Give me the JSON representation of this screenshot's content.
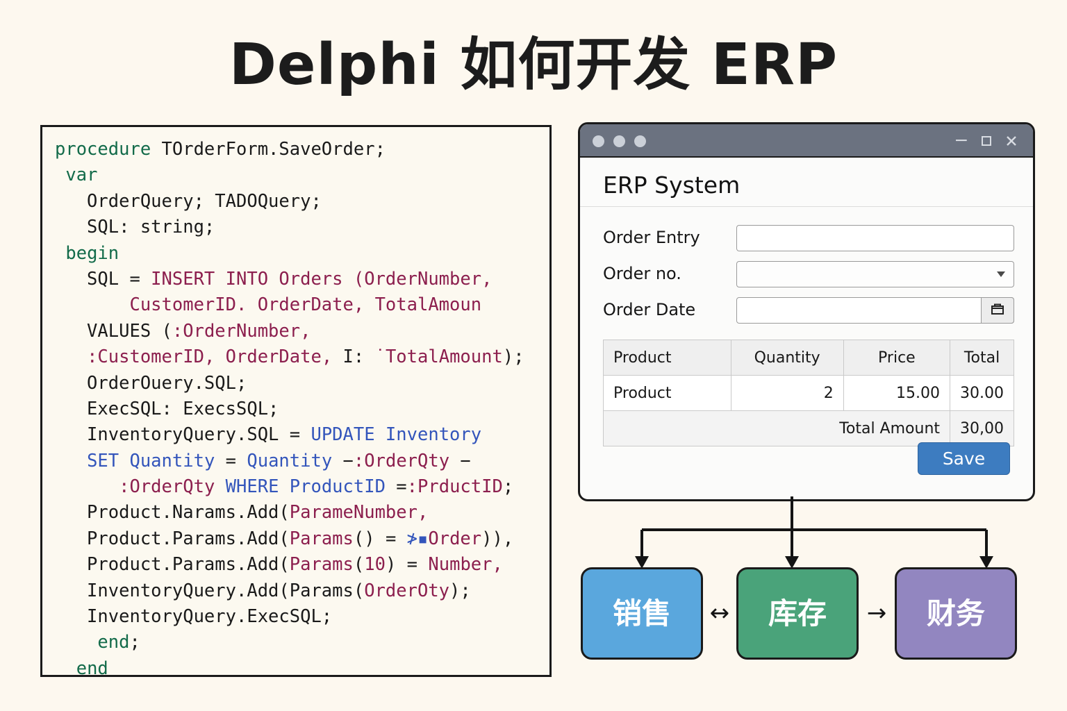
{
  "page": {
    "title": "Delphi  如何开发 ERP",
    "background_color": "#fdf8ef"
  },
  "code_panel": {
    "language": "Delphi",
    "colors": {
      "keyword": "#136b4a",
      "sql_string": "#8c1f4e",
      "sql_blue": "#3355bb",
      "plain": "#1a1a1a",
      "background": "#fcf9f0",
      "border": "#1a1a1a"
    },
    "lines": [
      [
        {
          "t": "procedure",
          "c": "kw"
        },
        {
          "t": " TOrderForm.SaveOrder;",
          "c": "pln"
        }
      ],
      [
        {
          "t": " ",
          "c": "pln"
        },
        {
          "t": "var",
          "c": "kw"
        }
      ],
      [
        {
          "t": "   OrderQuery; TADOQuery;",
          "c": "pln"
        }
      ],
      [
        {
          "t": "   SQL: string;",
          "c": "pln"
        }
      ],
      [
        {
          "t": " ",
          "c": "pln"
        },
        {
          "t": "begin",
          "c": "kw"
        }
      ],
      [
        {
          "t": "   SQL = ",
          "c": "pln"
        },
        {
          "t": "INSERT INTO Orders (OrderNumber,",
          "c": "sql"
        }
      ],
      [
        {
          "t": "       ",
          "c": "pln"
        },
        {
          "t": "CustomerID. OrderDate, TotalAmoun",
          "c": "sql"
        }
      ],
      [
        {
          "t": "   VALUES (",
          "c": "pln"
        },
        {
          "t": ":OrderNumber,",
          "c": "sql"
        }
      ],
      [
        {
          "t": "   ",
          "c": "pln"
        },
        {
          "t": ":CustomerID, OrderDate, ",
          "c": "sql"
        },
        {
          "t": "I:",
          "c": "pln"
        },
        {
          "t": " ˙TotalAmount",
          "c": "sql"
        },
        {
          "t": ");",
          "c": "pln"
        }
      ],
      [
        {
          "t": "   OrderOuery.SQL;",
          "c": "pln"
        }
      ],
      [
        {
          "t": "   ExecSQL: ExecsSQL;",
          "c": "pln"
        }
      ],
      [
        {
          "t": "   InventoryQuery.SQL = ",
          "c": "pln"
        },
        {
          "t": "UPDATE Inventory",
          "c": "blu"
        }
      ],
      [
        {
          "t": "   ",
          "c": "pln"
        },
        {
          "t": "SET Quantity",
          "c": "blu"
        },
        {
          "t": " = ",
          "c": "pln"
        },
        {
          "t": "Quantity",
          "c": "blu"
        },
        {
          "t": " −",
          "c": "pln"
        },
        {
          "t": ":OrderQty",
          "c": "sql"
        },
        {
          "t": " −",
          "c": "pln"
        }
      ],
      [
        {
          "t": "      ",
          "c": "pln"
        },
        {
          "t": ":OrderQty",
          "c": "sql"
        },
        {
          "t": " ",
          "c": "pln"
        },
        {
          "t": "WHERE ProductID",
          "c": "blu"
        },
        {
          "t": " =",
          "c": "pln"
        },
        {
          "t": ":PrductID",
          "c": "sql"
        },
        {
          "t": ";",
          "c": "pln"
        }
      ],
      [
        {
          "t": "   Product.Narams.Add(",
          "c": "pln"
        },
        {
          "t": "ParameNumber,",
          "c": "sql"
        }
      ],
      [
        {
          "t": "   Product.Params.Add(",
          "c": "pln"
        },
        {
          "t": "Params",
          "c": "sql"
        },
        {
          "t": "() = ",
          "c": "pln"
        },
        {
          "t": "≯▪",
          "c": "blu"
        },
        {
          "t": "Order",
          "c": "sql"
        },
        {
          "t": ")),",
          "c": "pln"
        }
      ],
      [
        {
          "t": "   Product.Params.Add(",
          "c": "pln"
        },
        {
          "t": "Params",
          "c": "sql"
        },
        {
          "t": "(",
          "c": "pln"
        },
        {
          "t": "10",
          "c": "sql"
        },
        {
          "t": ") = ",
          "c": "pln"
        },
        {
          "t": "Number,",
          "c": "sql"
        }
      ],
      [
        {
          "t": "   InventoryQuery.Add(Params(",
          "c": "pln"
        },
        {
          "t": "OrderOty",
          "c": "sql"
        },
        {
          "t": ");",
          "c": "pln"
        }
      ],
      [
        {
          "t": "   InventoryQuery.ExecSQL;",
          "c": "pln"
        }
      ],
      [
        {
          "t": "    ",
          "c": "pln"
        },
        {
          "t": "end",
          "c": "kw"
        },
        {
          "t": ";",
          "c": "pln"
        }
      ],
      [
        {
          "t": "  ",
          "c": "pln"
        },
        {
          "t": "end",
          "c": "kw"
        }
      ]
    ]
  },
  "erp_window": {
    "titlebar": {
      "color": "#6b7280",
      "minimize_label": "−",
      "maximize_label": "❐",
      "close_label": "✕"
    },
    "heading": "ERP System",
    "form": [
      {
        "label": "Order Entry",
        "type": "text",
        "value": ""
      },
      {
        "label": "Order no.",
        "type": "select",
        "value": ""
      },
      {
        "label": "Order Date",
        "type": "date",
        "value": "",
        "button_icon": "calendar-icon"
      }
    ],
    "table": {
      "headers": [
        "Product",
        "Quantity",
        "Price",
        "Total"
      ],
      "rows": [
        [
          "Product",
          "2",
          "15.00",
          "30.00"
        ]
      ],
      "footer_label": "Total Amount",
      "footer_value": "30,00"
    },
    "save_label": "Save",
    "save_color": "#3d7cc0"
  },
  "flow": {
    "boxes": [
      {
        "label": "销售",
        "color": "#5aa7dd"
      },
      {
        "label": "库存",
        "color": "#4aa37a"
      },
      {
        "label": "财务",
        "color": "#9286c0"
      }
    ],
    "arrows": [
      {
        "glyph": "↔"
      },
      {
        "glyph": "→"
      }
    ]
  }
}
